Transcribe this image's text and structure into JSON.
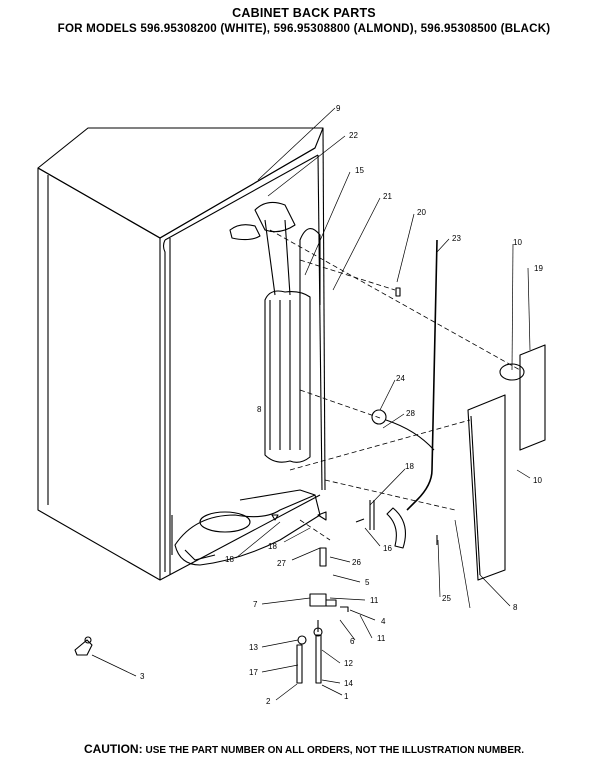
{
  "header": {
    "title": "CABINET BACK PARTS",
    "subtitle": "FOR MODELS 596.95308200 (WHITE), 596.95308800 (ALMOND), 596.95308500 (BLACK)"
  },
  "callouts": [
    "9",
    "22",
    "15",
    "21",
    "20",
    "23",
    "10",
    "19",
    "24",
    "28",
    "10",
    "18",
    "8",
    "16",
    "18",
    "27",
    "26",
    "5",
    "7",
    "11",
    "4",
    "6",
    "11",
    "13",
    "12",
    "17",
    "14",
    "2",
    "1",
    "3",
    "25",
    "18",
    "8"
  ],
  "footer": {
    "caution_label": "CAUTION:",
    "caution_text": "USE THE PART NUMBER ON ALL ORDERS, NOT THE ILLUSTRATION NUMBER."
  }
}
